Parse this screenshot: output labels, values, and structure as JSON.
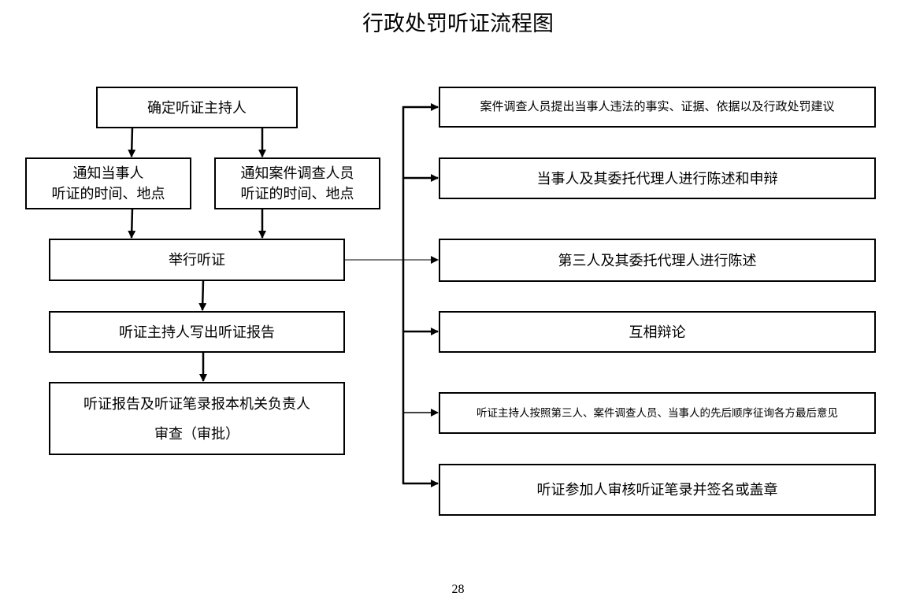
{
  "title": "行政处罚听证流程图",
  "left_flow": {
    "host": "确定听证主持人",
    "notify_party": [
      "通知当事人",
      "听证的时间、地点"
    ],
    "notify_investigator": [
      "通知案件调查人员",
      "听证的时间、地点"
    ],
    "hold_hearing": "举行听证",
    "write_report": "听证主持人写出听证报告",
    "submit_review": [
      "听证报告及听证笔录报本机关负责人",
      "审查（审批）"
    ]
  },
  "right_steps": [
    "案件调查人员提出当事人违法的事实、证据、依据以及行政处罚建议",
    "当事人及其委托代理人进行陈述和申辩",
    "第三人及其委托代理人进行陈述",
    "互相辩论",
    "听证主持人按照第三人、案件调查人员、当事人的先后顺序征询各方最后意见",
    "听证参加人审核听证笔录并签名或盖章"
  ],
  "page_number": "28"
}
